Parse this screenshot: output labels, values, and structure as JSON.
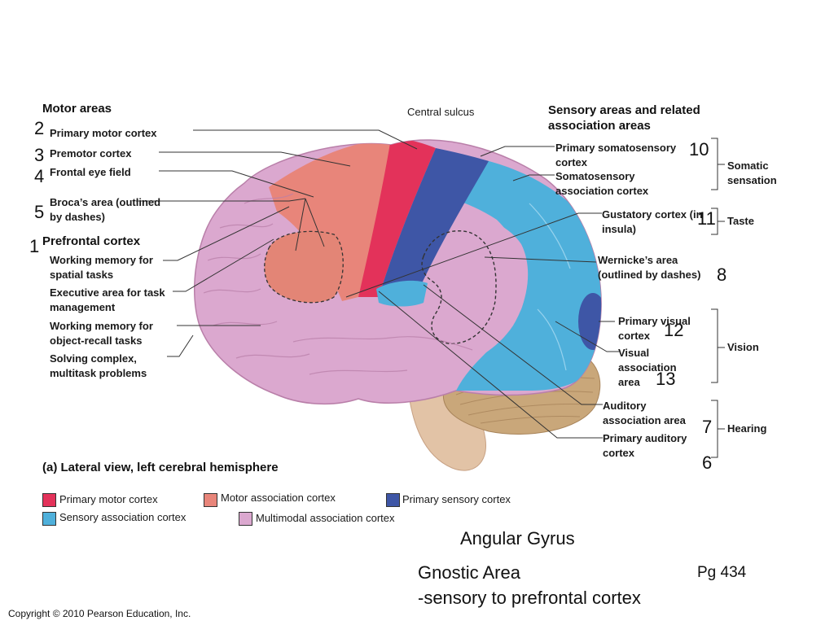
{
  "headings": {
    "motor_areas": "Motor areas",
    "sensory_areas": "Sensory areas and related association areas",
    "central_sulcus": "Central sulcus",
    "prefrontal": "Prefrontal cortex",
    "caption": "(a) Lateral view, left cerebral hemisphere"
  },
  "left_labels": {
    "primary_motor": "Primary motor cortex",
    "premotor": "Premotor cortex",
    "frontal_eye": "Frontal eye field",
    "broca": "Broca’s area (outlined by dashes)",
    "working_memory_spatial": "Working memory for spatial tasks",
    "executive": "Executive area for task management",
    "working_memory_object": "Working memory for object-recall tasks",
    "solving": "Solving complex, multitask problems"
  },
  "right_labels": {
    "primary_somatosensory": "Primary somatosensory cortex",
    "somatosensory_assoc": "Somatosensory association cortex",
    "gustatory": "Gustatory cortex (in insula)",
    "wernicke": "Wernicke’s area (outlined by dashes)",
    "primary_visual": "Primary visual cortex",
    "visual_assoc": "Visual association area",
    "auditory_assoc": "Auditory association area",
    "primary_auditory": "Primary auditory cortex"
  },
  "groups": {
    "somatic": "Somatic sensation",
    "taste": "Taste",
    "vision": "Vision",
    "hearing": "Hearing"
  },
  "numbers": {
    "n1": "1",
    "n2": "2",
    "n3": "3",
    "n4": "4",
    "n5": "5",
    "n6": "6",
    "n7": "7",
    "n8": "8",
    "n10": "10",
    "n11": "11",
    "n12": "12",
    "n13": "13"
  },
  "legend": [
    {
      "label": "Primary motor cortex",
      "color": "#e3325a"
    },
    {
      "label": "Motor association cortex",
      "color": "#e8857a"
    },
    {
      "label": "Primary sensory cortex",
      "color": "#3e56a6"
    },
    {
      "label": "Sensory association cortex",
      "color": "#4fb0db"
    },
    {
      "label": "Multimodal association cortex",
      "color": "#dba8cf"
    }
  ],
  "notes": {
    "angular_gyrus": "Angular Gyrus",
    "gnostic_area": "Gnostic Area",
    "gnostic_desc": "-sensory to prefrontal cortex",
    "page_ref": "Pg 434",
    "copyright": "Copyright © 2010 Pearson Education, Inc."
  },
  "colors": {
    "primary_motor": "#e3325a",
    "motor_assoc": "#e8857a",
    "primary_sensory": "#3e56a6",
    "sensory_assoc": "#4fb0db",
    "multimodal": "#dba8cf",
    "cerebellum": "#c9a77a",
    "brainstem": "#e2c3a6"
  }
}
